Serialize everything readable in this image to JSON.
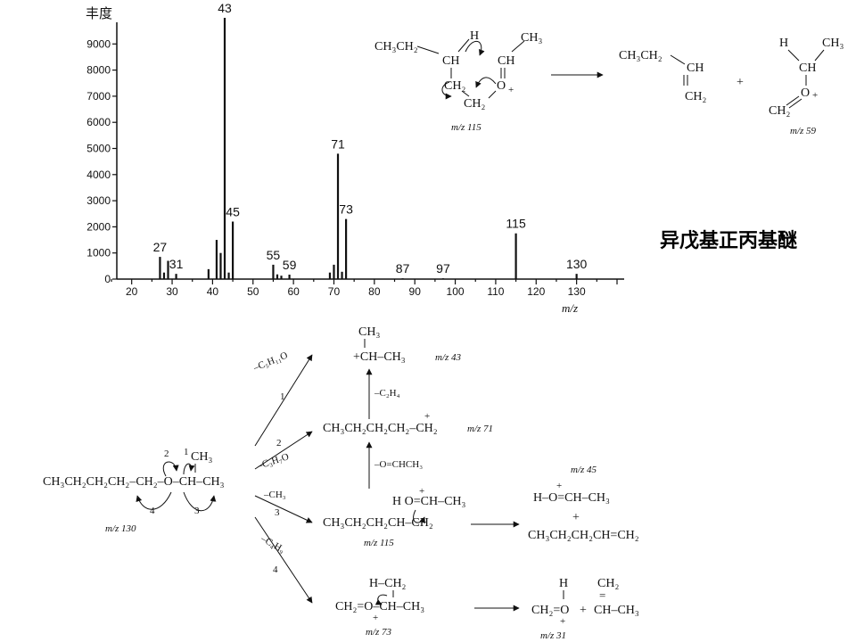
{
  "compound_name": "异戊基正丙基醚",
  "chart_data": {
    "type": "bar",
    "ylabel": "丰度",
    "xlabel": "m/z",
    "xlim": [
      15,
      140
    ],
    "ylim": [
      0,
      10000
    ],
    "xticks": [
      20,
      30,
      40,
      50,
      60,
      70,
      80,
      90,
      100,
      110,
      120,
      130
    ],
    "yticks": [
      0,
      1000,
      2000,
      3000,
      4000,
      5000,
      6000,
      7000,
      8000,
      9000
    ],
    "peaks": [
      {
        "mz": 27,
        "value": 850,
        "label": "27"
      },
      {
        "mz": 28,
        "value": 250
      },
      {
        "mz": 29,
        "value": 700
      },
      {
        "mz": 31,
        "value": 200,
        "label": "31"
      },
      {
        "mz": 39,
        "value": 380
      },
      {
        "mz": 41,
        "value": 1500
      },
      {
        "mz": 42,
        "value": 1000
      },
      {
        "mz": 43,
        "value": 10000,
        "label": "43"
      },
      {
        "mz": 44,
        "value": 250
      },
      {
        "mz": 45,
        "value": 2200,
        "label": "45"
      },
      {
        "mz": 55,
        "value": 550,
        "label": "55"
      },
      {
        "mz": 56,
        "value": 180
      },
      {
        "mz": 57,
        "value": 130
      },
      {
        "mz": 59,
        "value": 170,
        "label": "59"
      },
      {
        "mz": 69,
        "value": 250
      },
      {
        "mz": 70,
        "value": 550
      },
      {
        "mz": 71,
        "value": 4800,
        "label": "71"
      },
      {
        "mz": 72,
        "value": 280
      },
      {
        "mz": 73,
        "value": 2300,
        "label": "73"
      },
      {
        "mz": 87,
        "value": 30,
        "label": "87"
      },
      {
        "mz": 97,
        "value": 30,
        "label": "97"
      },
      {
        "mz": 115,
        "value": 1750,
        "label": "115"
      },
      {
        "mz": 130,
        "value": 200,
        "label": "130"
      }
    ]
  },
  "mclafferty": {
    "reactant_left": "CH₃CH₂",
    "reactant_H": "H",
    "reactant_CH3": "CH₃",
    "reactant_CH": "CH",
    "reactant_CH_eq": "CH",
    "reactant_CH2a": "CH₂",
    "reactant_CH2b": "CH₂",
    "reactant_O": "O",
    "reactant_plus": "+",
    "reactant_mz": "m/z 115",
    "product1_top": "CH₃CH₂",
    "product1_CH": "CH",
    "product1_CH2": "CH₂",
    "plus_sign": "+",
    "product2_H": "H",
    "product2_CH3": "CH₃",
    "product2_CH": "CH",
    "product2_O": "O",
    "product2_plus": "+",
    "product2_CH2": "CH₂",
    "product2_mz": "m/z 59"
  },
  "scheme": {
    "parent": "CH₃CH₂CH₂CH₂–CH₂–O–CH–CH₃",
    "parent_CH3": "CH₃",
    "parent_mz": "m/z 130",
    "arrow_nums": [
      "1",
      "2",
      "3",
      "4"
    ],
    "path1_loss": "–C₅H₁₁O",
    "path2_loss": "–C₃H₇O",
    "path3_loss": "–CH₃",
    "path4_loss": "–C₄H₉",
    "ion43_CH3": "CH₃",
    "ion43_main": "+CH–CH₃",
    "ion43_mz": "m/z 43",
    "loss_C2H4": "–C₂H₄",
    "ion71_main": "CH₃CH₂CH₂CH₂–CH₂",
    "ion71_plus": "+",
    "ion71_mz": "m/z 71",
    "loss_OCHCH3": "–O=CHCH₃",
    "ion115_top": "H   O=CH–CH₃",
    "ion115_plus": "+",
    "ion115_main": "CH₃CH₂CH₂CH–CH₂",
    "ion115_mz": "m/z 115",
    "ion45_mz": "m/z 45",
    "ion45_main": "H–O=CH–CH₃",
    "ion45_plus": "+",
    "ion45_plus2": "+",
    "ion45_alkene": "CH₃CH₂CH₂CH=CH₂",
    "ion73_top": "H–CH₂",
    "ion73_main": "CH₂=O–CH–CH₃",
    "ion73_plus": "+",
    "ion73_mz": "m/z 73",
    "ion31_H": "H",
    "ion31_main": "CH₂=O",
    "ion31_plus": "+",
    "ion31_plus2": "+",
    "ion31_CH2": "CH₂",
    "ion31_eq": "=",
    "ion31_alkene": "CH–CH₃",
    "ion31_mz": "m/z 31"
  }
}
